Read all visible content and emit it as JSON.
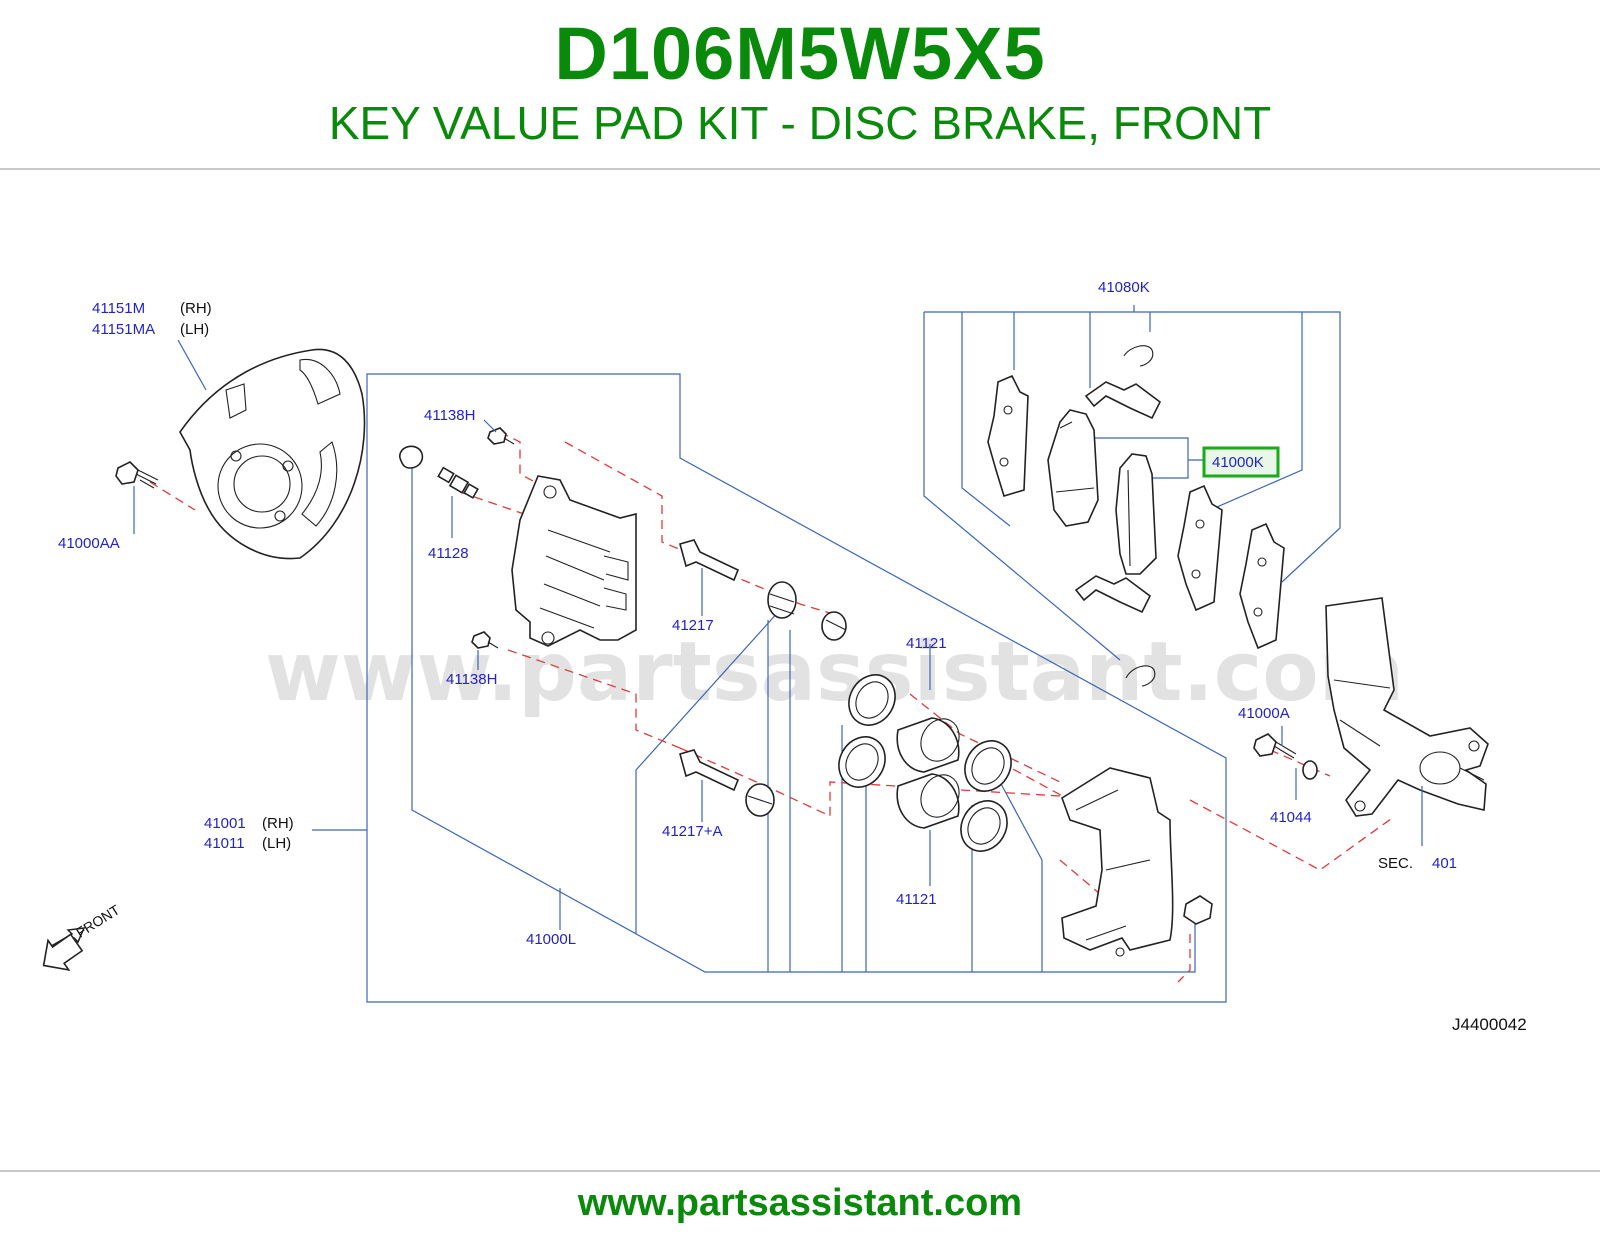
{
  "header": {
    "title": "D106M5W5X5",
    "subtitle": "KEY VALUE PAD KIT - DISC BRAKE, FRONT"
  },
  "footer": {
    "url": "www.partsassistant.com"
  },
  "watermark": "www.partsassistant.com",
  "diagram_id": "J4400042",
  "colors": {
    "brand_green": "#0a8a0a",
    "callout_blue": "#2323c8",
    "leader_blue": "#3a66b8",
    "dash_red": "#e03a3a",
    "highlight_green": "#1aaa1a"
  },
  "callouts": {
    "shield_rh": "41151M",
    "shield_rh_side": "(RH)",
    "shield_lh": "41151MA",
    "shield_lh_side": "(LH)",
    "shield_bolt": "41000AA",
    "bleeder_bolt_top": "41138H",
    "bleeder": "41128",
    "bleeder_bolt_bottom": "41138H",
    "pin_upper": "41217",
    "pin_lower": "41217+A",
    "piston_seal_top": "41121",
    "piston_seal_bottom": "41121",
    "caliper_rh": "41001",
    "caliper_rh_side": "(RH)",
    "caliper_lh": "41011",
    "caliper_lh_side": "(LH)",
    "caliper_kit": "41000L",
    "shim_kit": "41080K",
    "pad_kit": "41000K",
    "knuckle_bolt": "41000A",
    "washer": "41044",
    "sec_prefix": "SEC.",
    "sec_number": "401",
    "front_label": "FRONT"
  },
  "icons": {
    "front_arrow": "front-arrow-icon"
  }
}
